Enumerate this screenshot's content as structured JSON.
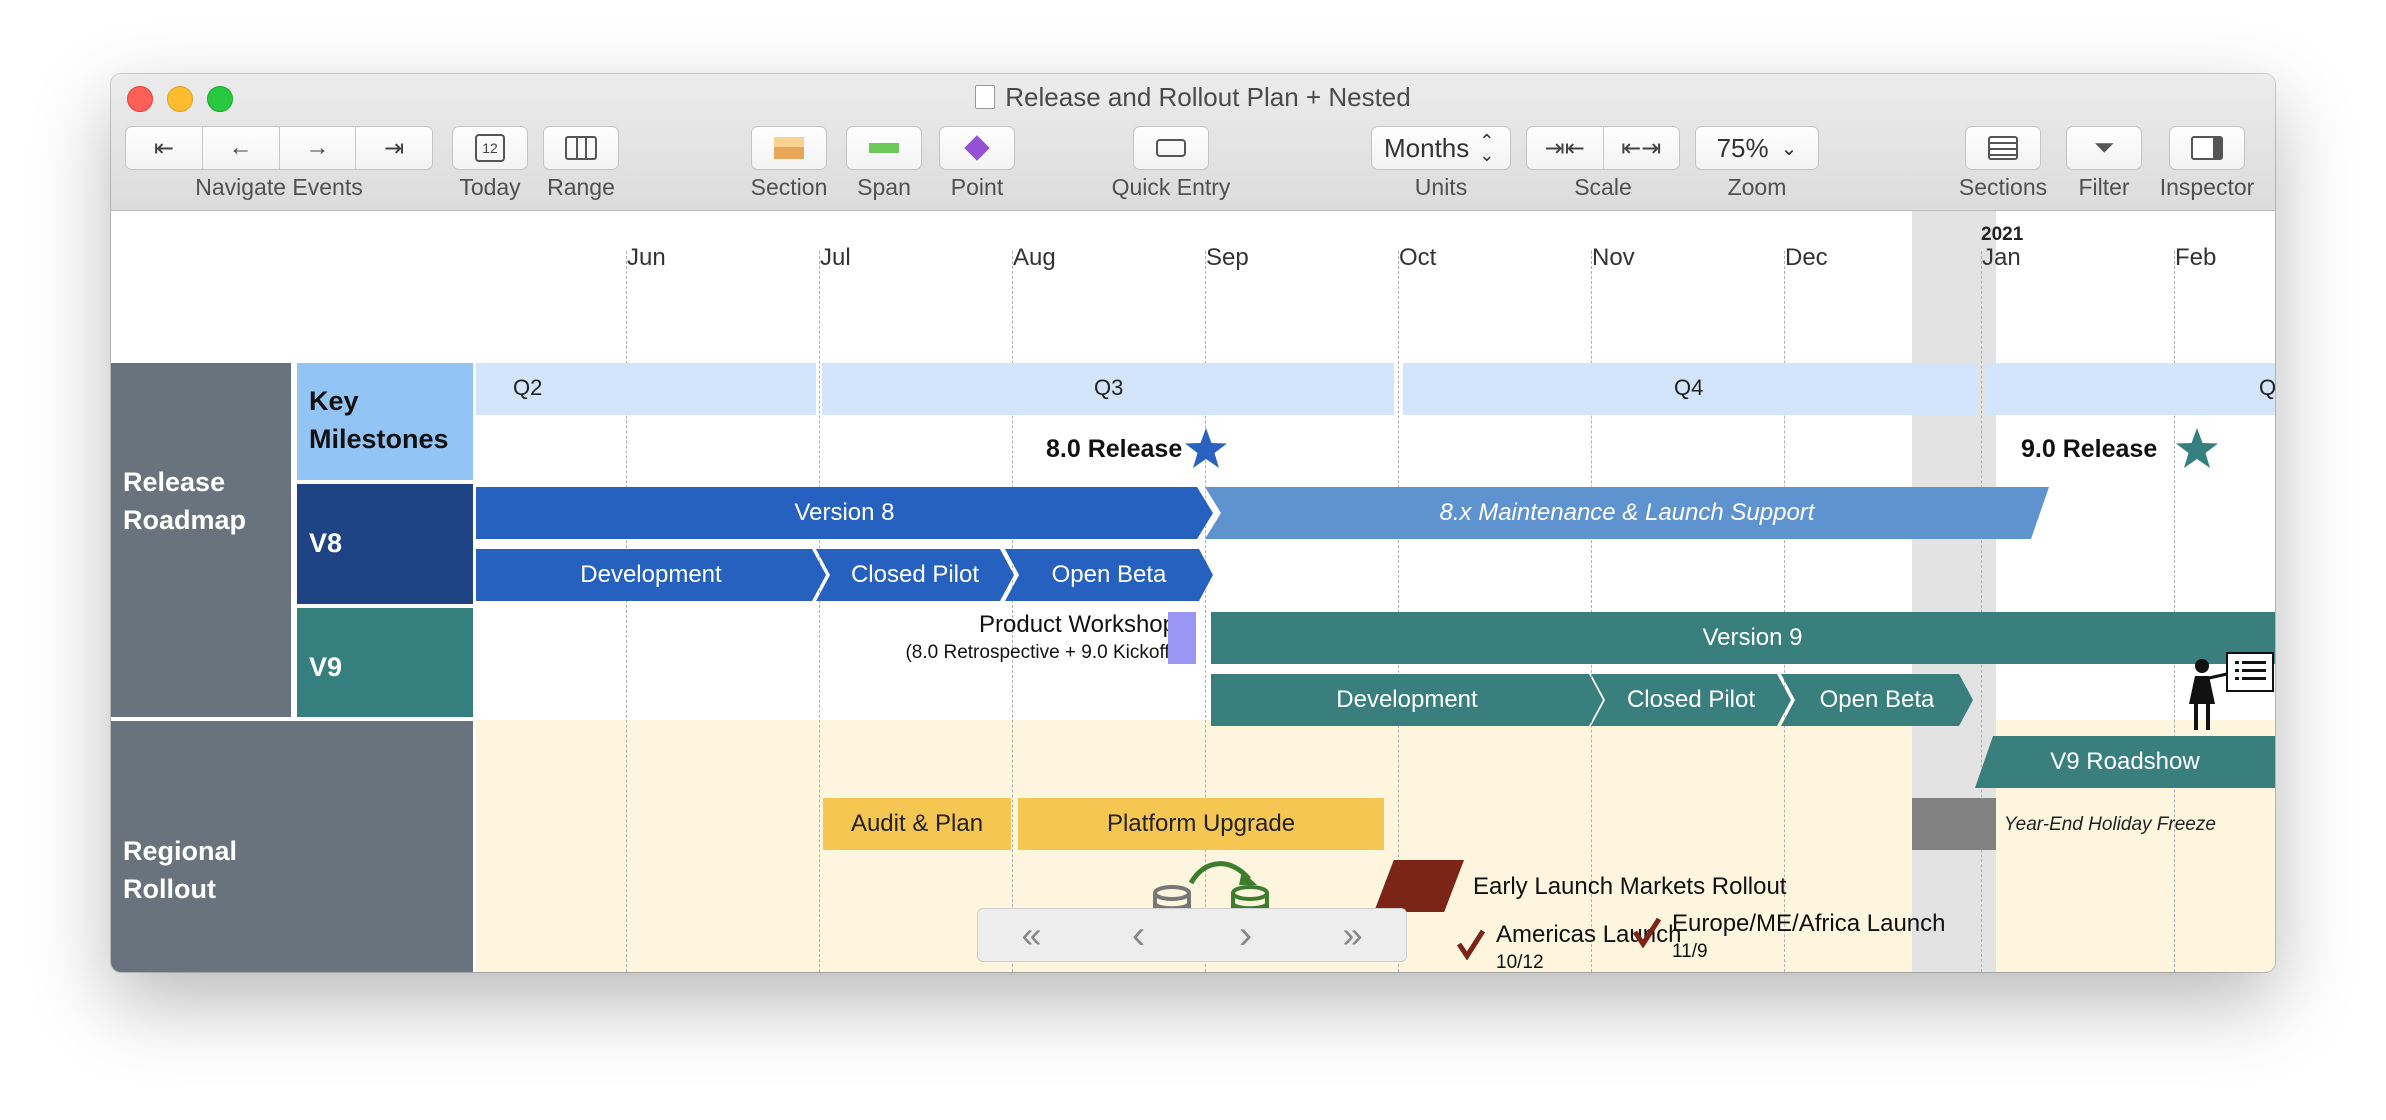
{
  "window": {
    "title": "Release and Rollout Plan + Nested"
  },
  "toolbar": {
    "navigate_label": "Navigate Events",
    "today_label": "Today",
    "today_day": "12",
    "range_label": "Range",
    "section_label": "Section",
    "span_label": "Span",
    "point_label": "Point",
    "quick_entry_label": "Quick Entry",
    "units_value": "Months",
    "units_label": "Units",
    "scale_label": "Scale",
    "zoom_value": "75%",
    "zoom_label": "Zoom",
    "sections_label": "Sections",
    "filter_label": "Filter",
    "inspector_label": "Inspector"
  },
  "timeline": {
    "year": "2021",
    "months": [
      "Jun",
      "Jul",
      "Aug",
      "Sep",
      "Oct",
      "Nov",
      "Dec",
      "Jan",
      "Feb"
    ],
    "quarters": [
      "Q2",
      "Q3",
      "Q4",
      "Q"
    ]
  },
  "sections": {
    "release": "Release Roadmap",
    "milestones": "Key Milestones",
    "v8": "V8",
    "v9": "V9",
    "regional": "Regional Rollout"
  },
  "items": {
    "release8": "8.0 Release",
    "release9": "9.0 Release",
    "version8": "Version 8",
    "maint8": "8.x Maintenance & Launch Support",
    "dev8": "Development",
    "closed8": "Closed Pilot",
    "beta8": "Open Beta",
    "workshop": "Product Workshop",
    "workshop_sub": "(8.0 Retrospective + 9.0 Kickoff)",
    "version9": "Version 9",
    "dev9": "Development",
    "closed9": "Closed Pilot",
    "beta9": "Open Beta",
    "roadshow9": "V9 Roadshow",
    "audit": "Audit & Plan",
    "platform": "Platform Upgrade",
    "freeze": "Year-End Holiday Freeze",
    "early": "Early Launch Markets Rollout",
    "americas": "Americas Launch",
    "americas_date": "10/12",
    "emea": "Europe/ME/Africa Launch",
    "emea_date": "11/9"
  },
  "pager": {
    "first": "«",
    "prev": "‹",
    "next": "›",
    "last": "»"
  },
  "colors": {
    "section_gray": "#69737e",
    "milestones_blue": "#93c4f6",
    "v8_navy": "#1f4485",
    "v9_teal": "#357f7e",
    "v8_bar": "#2661bf",
    "v8_light": "#5f93cf",
    "v9_bar": "#387f7d",
    "rollout_bg": "#fdf5de",
    "audit_yellow": "#f6c653",
    "freeze_gray": "#818181",
    "early_brown": "#7a2515",
    "workshop_purple": "#9a97f4"
  }
}
